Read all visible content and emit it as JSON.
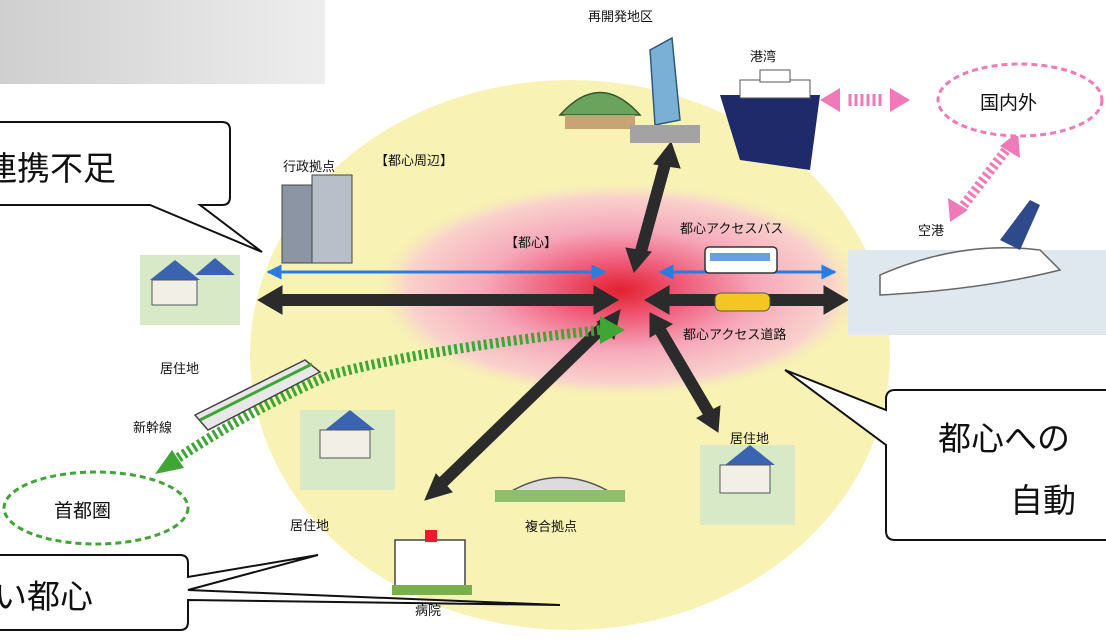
{
  "labels": {
    "redevelopment": "再開発地区",
    "port": "港湾",
    "domestic_overseas": "国内外",
    "admin_hub": "行政拠点",
    "city_center_periphery": "【都心周辺】",
    "city_center": "【都心】",
    "airport": "空港",
    "access_bus": "都心アクセスバス",
    "access_road": "都心アクセス道路",
    "residential_west": "居住地",
    "shinkansen": "新幹線",
    "metropolitan": "首都圏",
    "residential_south": "居住地",
    "complex_hub": "複合拠点",
    "residential_east": "居住地",
    "hospital": "病院"
  },
  "callouts": {
    "top_left": "連携不足",
    "right": "都心への",
    "right_line2": "自動",
    "bottom_left": "い都心"
  },
  "colors": {
    "header_gray": "#c8c8c8",
    "ellipse_yellow": "#f8f3b4",
    "center_red": "#e81c2c",
    "arrow_dark": "#2b2b2b",
    "arrow_blue": "#2a7de0",
    "rail_green": "#3fa535",
    "pink": "#f07ab8",
    "oval_border": "#3fa535"
  }
}
